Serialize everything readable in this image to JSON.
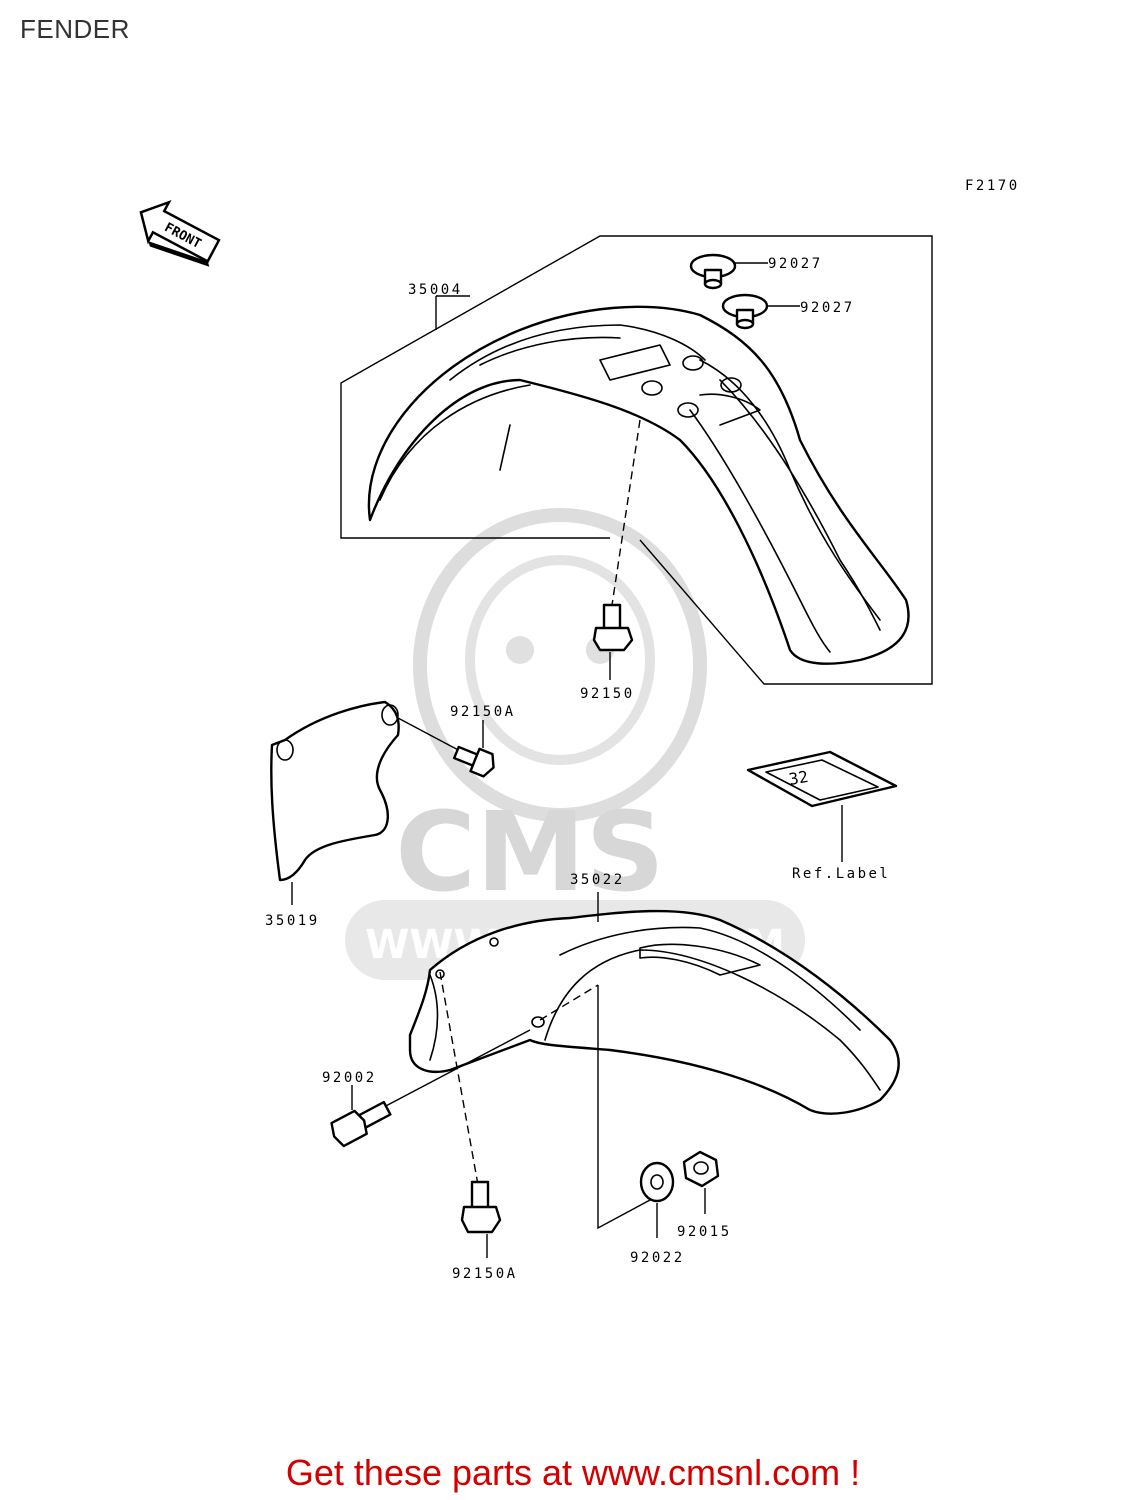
{
  "page": {
    "title": "FENDER"
  },
  "diagram": {
    "figure_code": "F2170",
    "front_arrow": "FRONT",
    "watermark": {
      "logo": "CMS",
      "url": "WWW.CMSNL.COM"
    },
    "label_text": "32",
    "callouts": {
      "front_fender": "35004",
      "grommet_1": "92027",
      "grommet_2": "92027",
      "bolt_front": "92150",
      "bolt_flap": "92150A",
      "flap": "35019",
      "ref_label": "Ref.Label",
      "rear_fender": "35022",
      "bolt_rear": "92002",
      "bolt_bottom": "92150A",
      "washer": "92022",
      "nut": "92015"
    }
  },
  "footer": {
    "link_text": "Get these parts at www.cmsnl.com !"
  }
}
